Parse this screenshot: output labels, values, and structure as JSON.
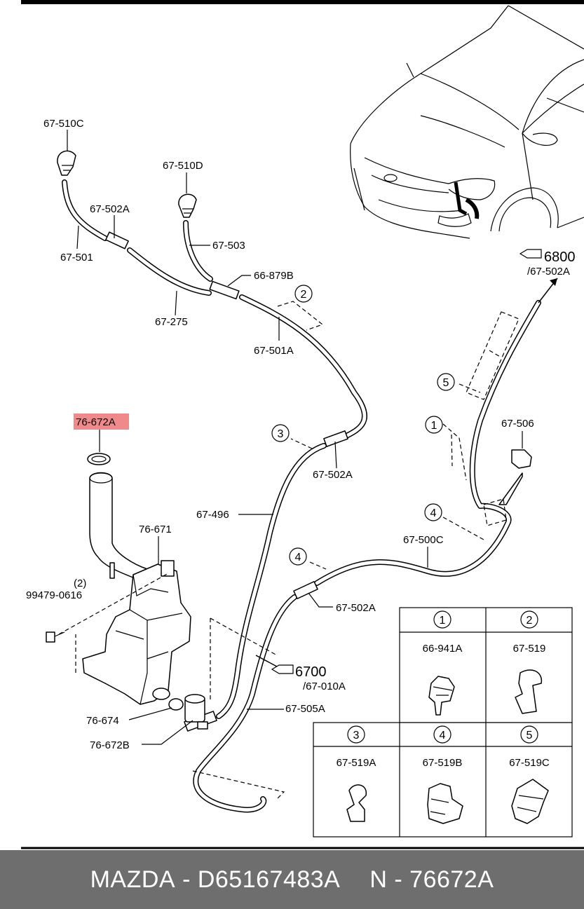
{
  "labels": {
    "l_67_510C": "67-510C",
    "l_67_510D": "67-510D",
    "l_67_502A_top": "67-502A",
    "l_67_501": "67-501",
    "l_67_503": "67-503",
    "l_66_879B": "66-879B",
    "l_67_275": "67-275",
    "l_67_501A": "67-501A",
    "l_6800": "6800",
    "l_6800_sub": "/67-502A",
    "l_76_672A": "76-672A",
    "l_67_502A_mid": "67-502A",
    "l_67_506": "67-506",
    "l_67_496": "67-496",
    "l_76_671": "76-671",
    "l_67_500C": "67-500C",
    "l_qty": "(2)",
    "l_99479": "99479-0616",
    "l_67_502A_low": "67-502A",
    "l_6700": "6700",
    "l_6700_sub": "/67-010A",
    "l_76_674": "76-674",
    "l_67_505A": "67-505A",
    "l_76_672B": "76-672B"
  },
  "callouts": [
    "1",
    "2",
    "3",
    "4",
    "4",
    "5"
  ],
  "legend": {
    "cells": [
      {
        "num": "1",
        "part": "66-941A"
      },
      {
        "num": "2",
        "part": "67-519"
      },
      {
        "num": "3",
        "part": "67-519A"
      },
      {
        "num": "4",
        "part": "67-519B"
      },
      {
        "num": "5",
        "part": "67-519C"
      }
    ]
  },
  "highlight_color": "#f08a8a",
  "footer": {
    "brand": "MAZDA",
    "sep": "-",
    "part_number": "D65167483A",
    "n_label": "N",
    "n_sep": "-",
    "n_number": "76672A"
  }
}
